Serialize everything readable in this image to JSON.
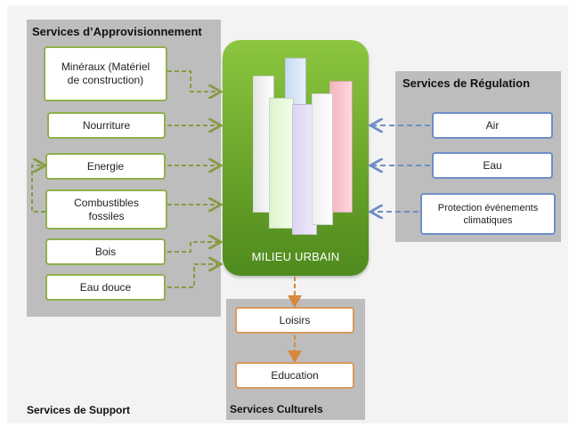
{
  "panels": {
    "approvisionnement": "Services d’Approvisionnement",
    "regulation": "Services de Régulation",
    "support": "Services de Support",
    "culturels": "Services Culturels"
  },
  "center": {
    "label": "MILIEU URBAIN"
  },
  "approvisionnement_items": [
    "Minéraux (Matériel de construction)",
    "Nourriture",
    "Energie",
    "Combustibles fossiles",
    "Bois",
    "Eau douce"
  ],
  "regulation_items": [
    "Air",
    "Eau",
    "Protection événements climatiques"
  ],
  "culturels_items": [
    "Loisirs",
    "Education"
  ],
  "colors": {
    "green_accent": "#8fb04e",
    "blue_accent": "#6e8fc6",
    "orange_accent": "#d79a5b",
    "center_green": "#69a42a"
  }
}
